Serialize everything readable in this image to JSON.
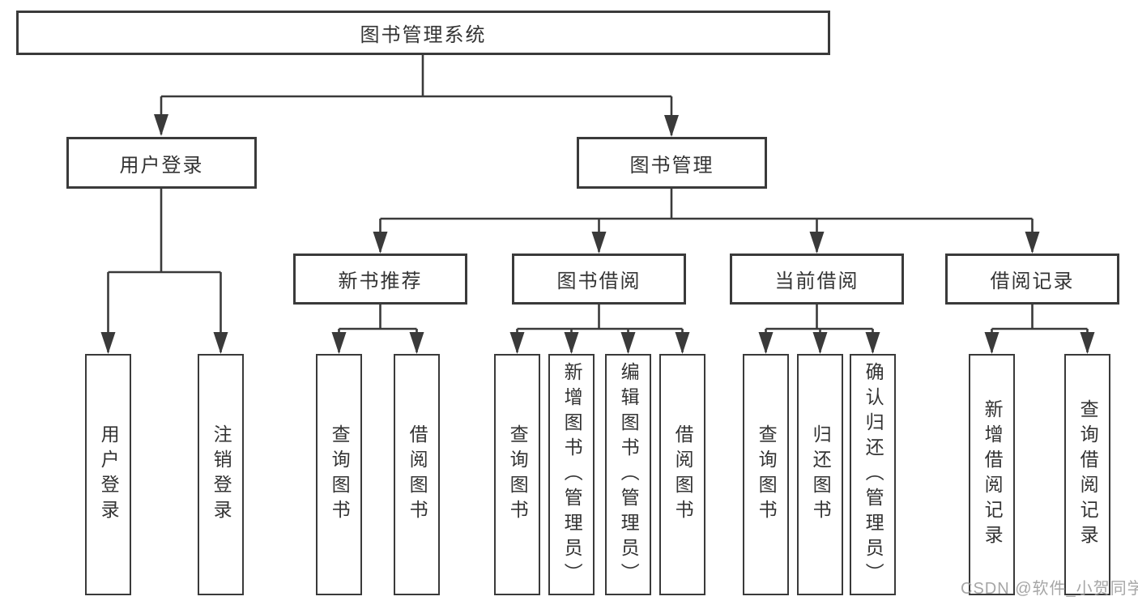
{
  "diagram_title": "图书管理系统",
  "tree": {
    "label": "图书管理系统",
    "children": [
      {
        "label": "用户登录",
        "children": [
          {
            "label": "用户登录"
          },
          {
            "label": "注销登录"
          }
        ]
      },
      {
        "label": "图书管理",
        "children": [
          {
            "label": "新书推荐",
            "children": [
              {
                "label": "查询图书"
              },
              {
                "label": "借阅图书"
              }
            ]
          },
          {
            "label": "图书借阅",
            "children": [
              {
                "label": "查询图书"
              },
              {
                "label": "新增图书（管理员）"
              },
              {
                "label": "编辑图书（管理员）"
              },
              {
                "label": "借阅图书"
              }
            ]
          },
          {
            "label": "当前借阅",
            "children": [
              {
                "label": "查询图书"
              },
              {
                "label": "归还图书"
              },
              {
                "label": "确认归还（管理员）"
              }
            ]
          },
          {
            "label": "借阅记录",
            "children": [
              {
                "label": "新增借阅记录"
              },
              {
                "label": "查询借阅记录"
              }
            ]
          }
        ]
      }
    ]
  },
  "watermark": "CSDN @软件_小贺同学",
  "colors": {
    "line": "#3a3a3a",
    "box_border": "#3a3a3a",
    "text": "#333333",
    "background": "#ffffff",
    "watermark": "#9e9e9e"
  }
}
